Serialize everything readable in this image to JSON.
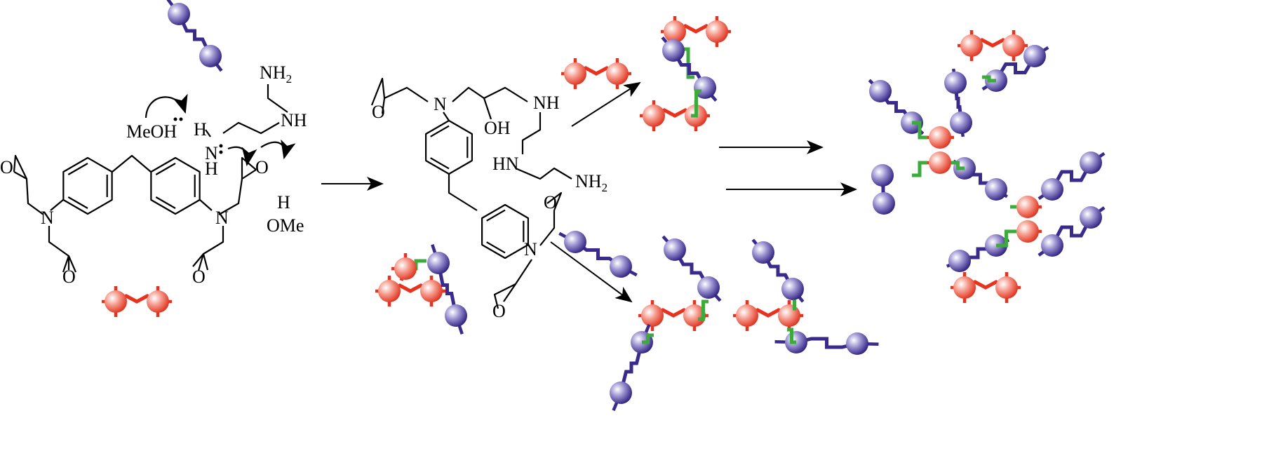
{
  "colors": {
    "blue_bead": "#3a2a8c",
    "red_bead": "#e8321e",
    "linker": "#3cab3c",
    "ink": "#000000"
  },
  "reactant": {
    "epoxide_o": [
      "O",
      "O",
      "O",
      "O"
    ],
    "amine_n": [
      "N",
      "N"
    ]
  },
  "curing_agent": {
    "nh2": "NH",
    "nh2_sub": "2",
    "nh": "NH",
    "amine_h_top": "H",
    "amine_n": "N",
    "amine_h_bottom": "H"
  },
  "solvent": {
    "meoh": "MeOH",
    "h": "H",
    "ome": "OMe"
  },
  "intermediate": {
    "epoxide_o": [
      "O",
      "O",
      "O"
    ],
    "amine_n": [
      "N",
      "N"
    ],
    "oh": "OH",
    "nh": "NH",
    "hn": "HN",
    "nh2": "NH",
    "nh2_sub": "2"
  }
}
